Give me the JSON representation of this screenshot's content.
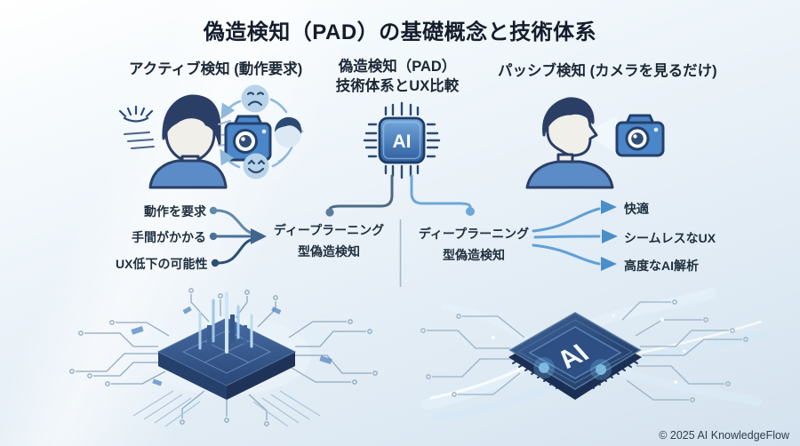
{
  "page": {
    "title": "偽造検知（PAD）の基礎概念と技術体系",
    "copyright": "© 2025 AI KnowledgeFlow"
  },
  "diagram": {
    "active": {
      "header": "アクティブ検知 (動作要求)",
      "items": [
        "動作を要求",
        "手間がかかる",
        "UX低下の可能性"
      ],
      "result": {
        "line1": "ディープラーニング",
        "line2": "型偽造検知"
      }
    },
    "center": {
      "header_line1": "偽造検知（PAD）",
      "header_line2": "技術体系とUX比較",
      "chip_label": "AI"
    },
    "passive": {
      "header": "パッシブ検知 (カメラを見るだけ)",
      "source": {
        "line1": "ディープラーニング",
        "line2": "型偽造検知"
      },
      "items": [
        "快適",
        "シームレスなUX",
        "高度なAI解析"
      ]
    }
  },
  "illustrations": {
    "active_scene_icons": [
      "closed-eye-lashes-icon",
      "person-front-icon",
      "camera-icon",
      "sad-face-icon",
      "profile-face-icon",
      "smile-face-icon",
      "cycle-arrows-icon"
    ],
    "passive_scene_icons": [
      "person-profile-icon",
      "view-cone",
      "camera-icon"
    ],
    "bottom_left": "circuit-board-chip-illustration",
    "bottom_right": {
      "name": "ai-chip-circuit-illustration",
      "chip_label": "AI"
    }
  },
  "colors": {
    "accent_blue": "#4a86c8",
    "dark_navy": "#2b3f66",
    "arrow_blue": "#5f9bd3",
    "arrow_slate": "#44688e",
    "chip_dark": "#1f3860",
    "text": "#1c2836"
  }
}
